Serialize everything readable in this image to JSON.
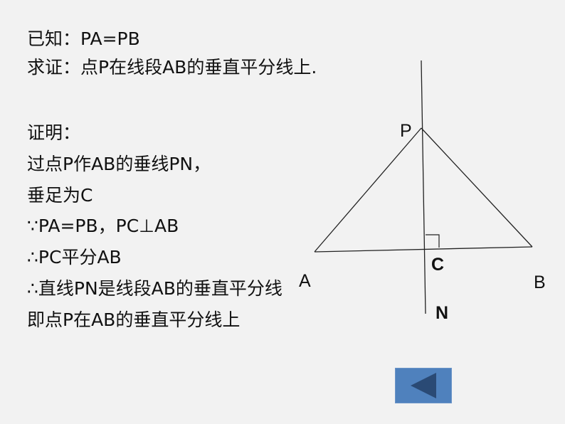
{
  "given": "已知：PA=PB",
  "prove": "求证：点P在线段AB的垂直平分线上.",
  "proof": [
    "证明：",
    "过点P作AB的垂线PN，",
    "垂足为C",
    "∵PA=PB，PC⊥AB",
    "∴PC平分AB",
    "∴直线PN是线段AB的垂直平分线",
    "即点P在AB的垂直平分线上"
  ],
  "labels": {
    "P": "P",
    "A": "A",
    "B": "B",
    "C": "C",
    "N": "N"
  },
  "colors": {
    "button": "#4f81bd",
    "arrow": "#2a4a75",
    "background": "#f2f2f2"
  }
}
